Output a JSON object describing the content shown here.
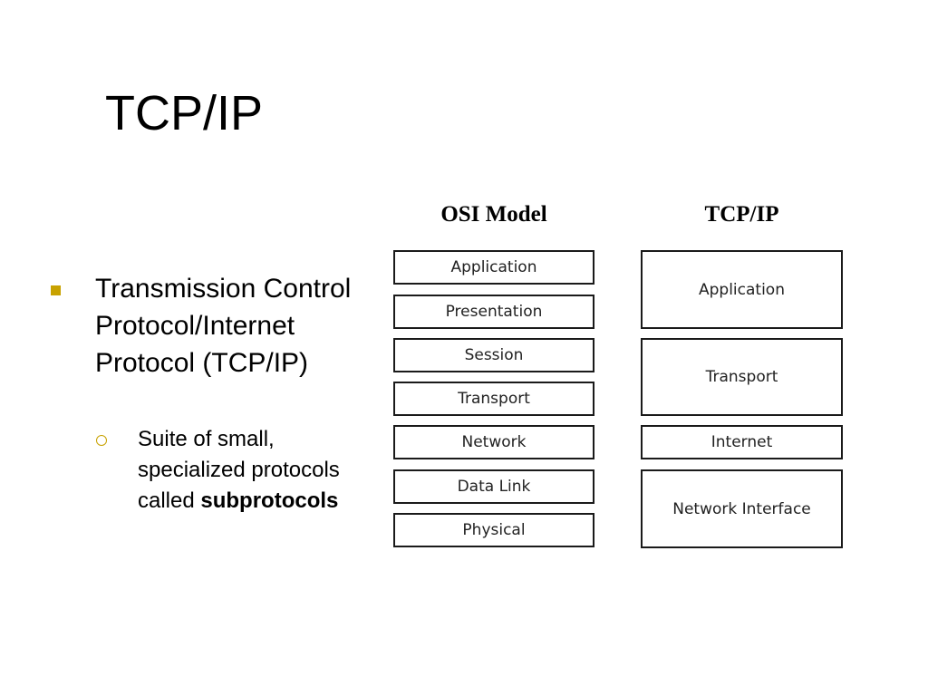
{
  "slide": {
    "title": "TCP/IP",
    "bullet": {
      "text": "Transmission Control Protocol/Internet Protocol (TCP/IP)",
      "sub": {
        "text": "Suite of small, specialized protocols called",
        "bold": "subprotocols"
      }
    }
  },
  "diagram": {
    "osi": {
      "heading": "OSI Model",
      "layers": [
        "Application",
        "Presentation",
        "Session",
        "Transport",
        "Network",
        "Data Link",
        "Physical"
      ]
    },
    "tcpip": {
      "heading": "TCP/IP",
      "layers": [
        "Application",
        "Transport",
        "Internet",
        "Network Interface"
      ]
    }
  },
  "colors": {
    "bullet_accent": "#c8a200",
    "box_border": "#1a1a1a"
  }
}
